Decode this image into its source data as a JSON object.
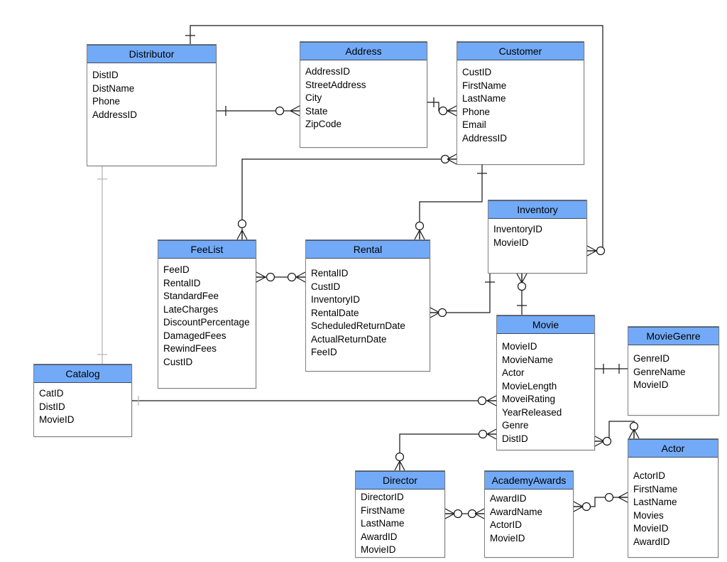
{
  "diagram": {
    "type": "entity-relationship-diagram",
    "notation": "crows-foot",
    "colors": {
      "header_fill": "#72aaf7",
      "entity_border": "#7f7f7f",
      "line": "#1a1a1a",
      "muted_line": "#b5b5b5",
      "background": "#ffffff"
    },
    "entities": [
      {
        "name": "Distributor",
        "fields": [
          "DistID",
          "DistName",
          "Phone",
          "AddressID"
        ]
      },
      {
        "name": "Address",
        "fields": [
          "AddressID",
          "StreetAddress",
          "City",
          "State",
          "ZipCode"
        ]
      },
      {
        "name": "Customer",
        "fields": [
          "CustID",
          "FirstName",
          "LastName",
          "Phone",
          "Email",
          "AddressID"
        ]
      },
      {
        "name": "Inventory",
        "fields": [
          "InventoryID",
          "MovieID"
        ]
      },
      {
        "name": "FeeList",
        "fields": [
          "FeeID",
          "RentalID",
          "StandardFee",
          "LateCharges",
          "DiscountPercentage",
          "DamagedFees",
          "RewindFees",
          "CustID"
        ]
      },
      {
        "name": "Rental",
        "fields": [
          "RentalID",
          "CustID",
          "InventoryID",
          "RentalDate",
          "ScheduledReturnDate",
          "ActualReturnDate",
          "FeeID"
        ]
      },
      {
        "name": "Movie",
        "fields": [
          "MovieID",
          "MovieName",
          "Actor",
          "MovieLength",
          "MoveiRating",
          "YearReleased",
          "Genre",
          "DistID"
        ]
      },
      {
        "name": "MovieGenre",
        "fields": [
          "GenreID",
          "GenreName",
          "MovieID"
        ]
      },
      {
        "name": "Catalog",
        "fields": [
          "CatID",
          "DistID",
          "MovieID"
        ]
      },
      {
        "name": "Director",
        "fields": [
          "DirectorID",
          "FirstName",
          "LastName",
          "AwardID",
          "MovieID"
        ]
      },
      {
        "name": "AcademyAwards",
        "fields": [
          "AwardID",
          "AwardName",
          "ActorID",
          "MovieID"
        ]
      },
      {
        "name": "Actor",
        "fields": [
          "ActorID",
          "FirstName",
          "LastName",
          "Movies",
          "MovieID",
          "AwardID"
        ]
      }
    ],
    "relationships": [
      {
        "from": "Distributor",
        "to": "Address",
        "from_cardinality": "one",
        "to_cardinality": "zero-or-many"
      },
      {
        "from": "Address",
        "to": "Customer",
        "from_cardinality": "one",
        "to_cardinality": "zero-or-many"
      },
      {
        "from": "Customer",
        "to": "FeeList",
        "from_cardinality": "zero-or-many",
        "to_cardinality": "zero-or-many"
      },
      {
        "from": "Customer",
        "to": "Rental",
        "from_cardinality": "one",
        "to_cardinality": "zero-or-many"
      },
      {
        "from": "Distributor",
        "to": "Inventory",
        "from_cardinality": "one",
        "to_cardinality": "zero-or-many"
      },
      {
        "from": "FeeList",
        "to": "Rental",
        "from_cardinality": "zero-or-many",
        "to_cardinality": "zero-or-many"
      },
      {
        "from": "Rental",
        "to": "Inventory",
        "from_cardinality": "zero-or-many",
        "to_cardinality": "one"
      },
      {
        "from": "Inventory",
        "to": "Movie",
        "from_cardinality": "zero-or-many",
        "to_cardinality": "one"
      },
      {
        "from": "Catalog",
        "to": "Movie",
        "from_cardinality": "one",
        "to_cardinality": "zero-or-many"
      },
      {
        "from": "Movie",
        "to": "MovieGenre",
        "from_cardinality": "one",
        "to_cardinality": "one"
      },
      {
        "from": "Movie",
        "to": "Director",
        "from_cardinality": "zero-or-many",
        "to_cardinality": "zero-or-many"
      },
      {
        "from": "Movie",
        "to": "Actor",
        "from_cardinality": "zero-or-many",
        "to_cardinality": "zero-or-many"
      },
      {
        "from": "Director",
        "to": "AcademyAwards",
        "from_cardinality": "zero-or-many",
        "to_cardinality": "zero-or-many"
      },
      {
        "from": "AcademyAwards",
        "to": "Actor",
        "from_cardinality": "zero-or-many",
        "to_cardinality": "zero-or-many"
      },
      {
        "from": "Distributor",
        "to": "Catalog",
        "from_cardinality": "one",
        "to_cardinality": "one"
      }
    ]
  }
}
